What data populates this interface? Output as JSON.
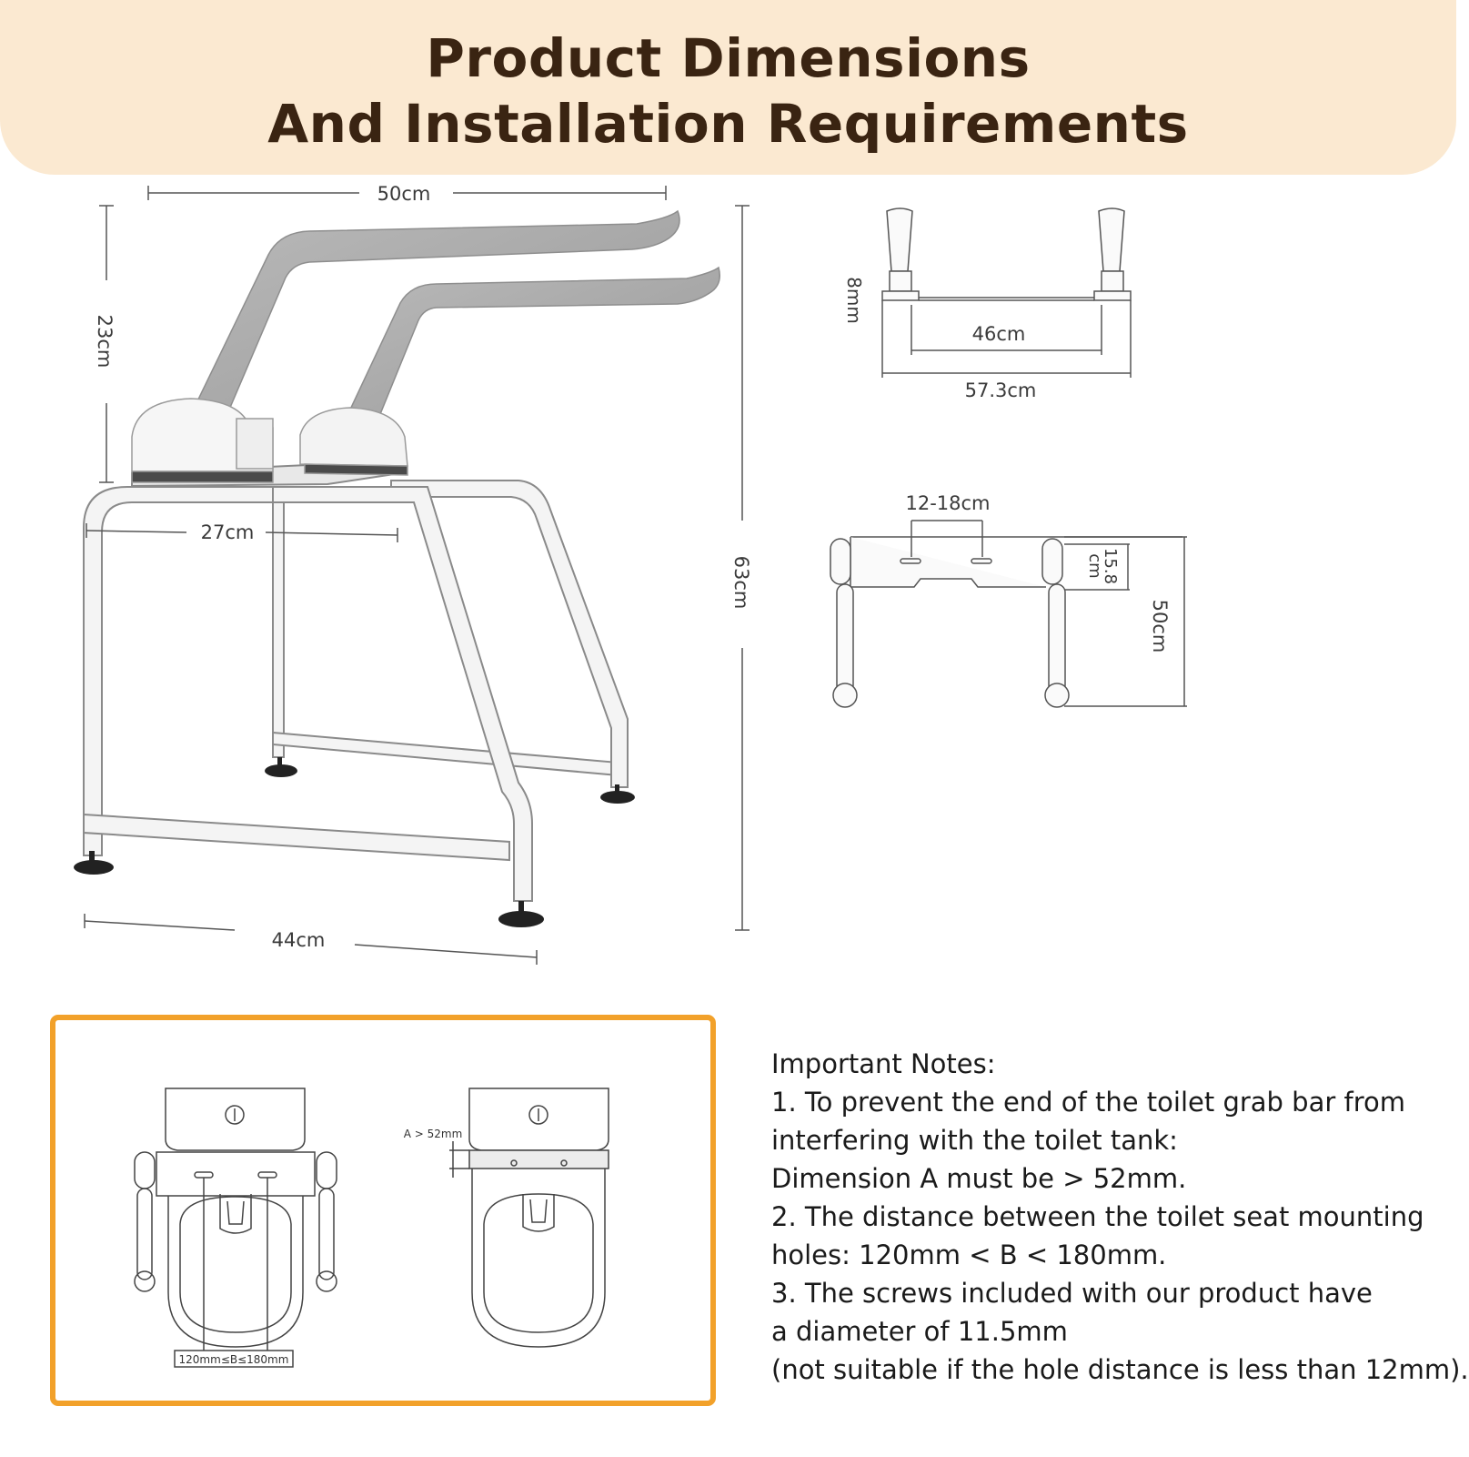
{
  "header": {
    "title_line1": "Product Dimensions",
    "title_line2": "And Installation Requirements"
  },
  "dimensions": {
    "top_width": "50cm",
    "arm_height": "23cm",
    "total_height": "63cm",
    "inner_width": "27cm",
    "base_width": "44cm",
    "plate_thickness": "8mm",
    "inner_span": "46cm",
    "outer_span": "57.3cm",
    "hole_distance": "12-18cm",
    "plate_depth_value": "15.8",
    "plate_depth_unit": "cm",
    "arm_length": "50cm"
  },
  "install": {
    "dim_a": "A > 52mm",
    "dim_b": "120mm≤B≤180mm"
  },
  "notes": {
    "heading": "Important Notes:",
    "lines": [
      "1. To prevent the end of the toilet grab bar from",
      "interfering with the toilet tank:",
      "Dimension A must be > 52mm.",
      "2. The distance between the toilet seat mounting",
      "holes: 120mm < B < 180mm.",
      "3. The screws included with our product have",
      "a diameter of 11.5mm",
      "(not suitable if the hole distance is less than 12mm)."
    ]
  },
  "colors": {
    "header_bg": "#fbe9d1",
    "title": "#3a2412",
    "accent_border": "#f2a12a",
    "arm_gray": "#a8a8a8"
  }
}
